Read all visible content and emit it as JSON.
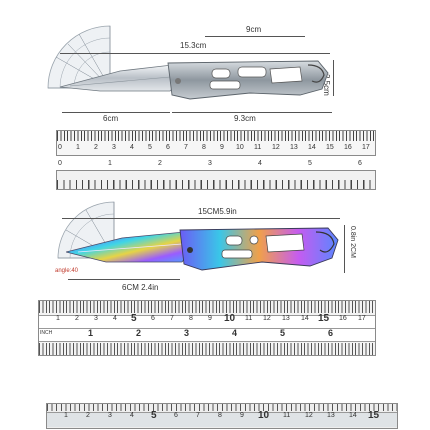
{
  "top": {
    "dim_9cm": "9cm",
    "dim_15_3cm": "15.3cm",
    "dim_2_5cm": "2.5cm",
    "dim_6cm": "6cm",
    "dim_9_3cm": "9.3cm"
  },
  "ruler_cm": {
    "numbers": [
      "0",
      "1",
      "2",
      "3",
      "4",
      "5",
      "6",
      "7",
      "8",
      "9",
      "10",
      "11",
      "12",
      "13",
      "14",
      "15",
      "16",
      "17"
    ]
  },
  "ruler_inch": {
    "numbers": [
      "0",
      "1",
      "2",
      "3",
      "4",
      "5",
      "6"
    ]
  },
  "middle": {
    "dim_15cm": "15CM5.9in",
    "dim_0_8in": "0.8in 2CM",
    "dim_6cm": "6CM 2.4in",
    "angle": "angle:40"
  },
  "ruler3": {
    "cm_numbers": [
      "1",
      "2",
      "3",
      "4",
      "5",
      "6",
      "7",
      "8",
      "9",
      "10",
      "11",
      "12",
      "13",
      "14",
      "15",
      "16",
      "17"
    ],
    "inch_label": "INCH",
    "inch_numbers": [
      "1",
      "2",
      "3",
      "4",
      "5",
      "6"
    ]
  },
  "bottom_ruler": {
    "numbers": [
      "1",
      "2",
      "3",
      "4",
      "5",
      "6",
      "7",
      "8",
      "9",
      "10",
      "11",
      "12",
      "13",
      "14",
      "15"
    ]
  }
}
